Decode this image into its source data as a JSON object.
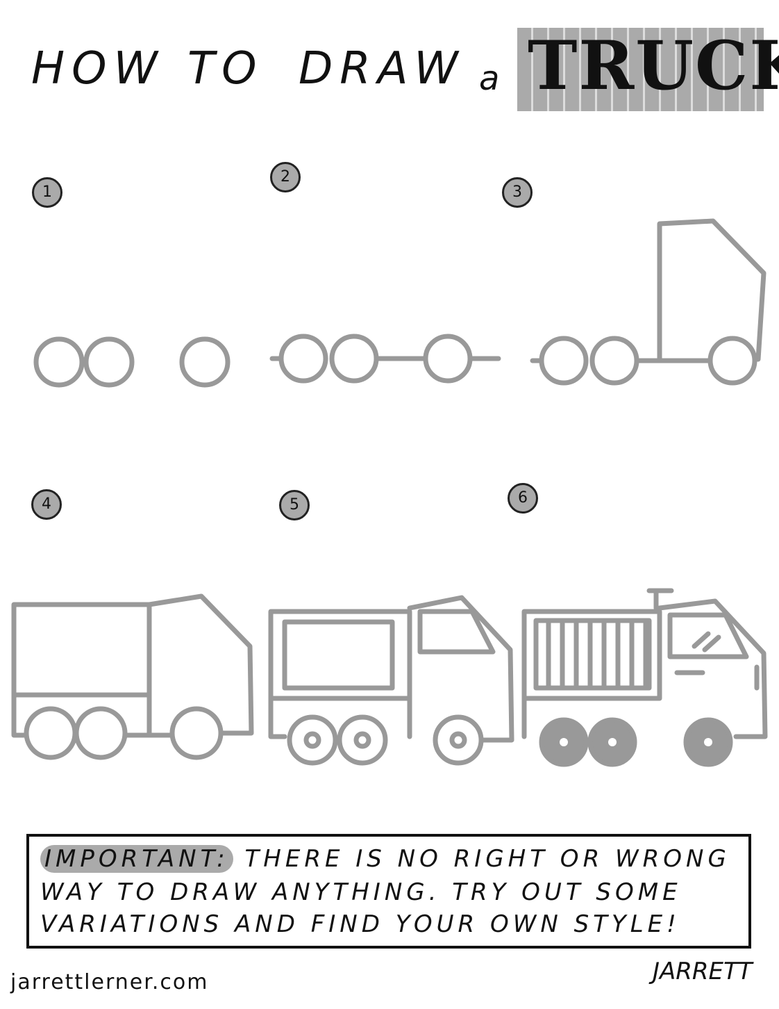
{
  "title": {
    "part1": "HOW",
    "part2": "TO",
    "part3": "DRAW",
    "part4": "a",
    "subject": "TRUCK"
  },
  "steps": [
    "1",
    "2",
    "3",
    "4",
    "5",
    "6"
  ],
  "note": {
    "label": "IMPORTANT:",
    "line1": "THERE IS NO RIGHT OR WRONG",
    "line2": "WAY TO DRAW ANYTHING. TRY OUT SOME",
    "line3": "VARIATIONS AND FIND YOUR OWN STYLE!"
  },
  "footer": {
    "website": "jarrettlerner.com",
    "signature": "JARRETT"
  },
  "colors": {
    "drawing": "#999999",
    "badge": "#aaaaaa"
  }
}
